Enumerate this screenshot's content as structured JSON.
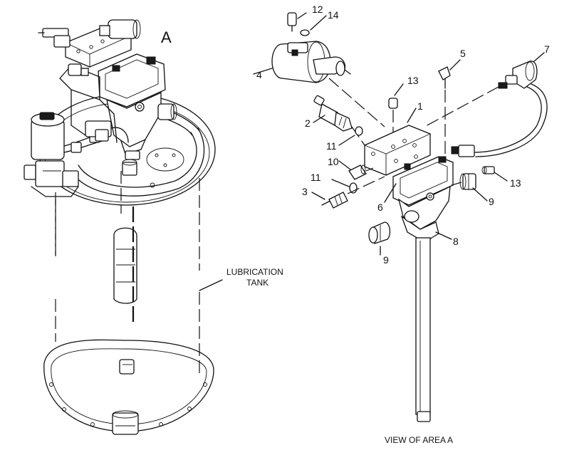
{
  "diagram": {
    "view_letter": "A",
    "tank_label_line1": "LUBRICATION",
    "tank_label_line2": "TANK",
    "view_caption": "VIEW OF AREA A",
    "callouts": [
      {
        "id": "c12",
        "text": "12"
      },
      {
        "id": "c14",
        "text": "14"
      },
      {
        "id": "c5",
        "text": "5"
      },
      {
        "id": "c7",
        "text": "7"
      },
      {
        "id": "c4",
        "text": "4"
      },
      {
        "id": "c13a",
        "text": "13"
      },
      {
        "id": "c1",
        "text": "1"
      },
      {
        "id": "c2",
        "text": "2"
      },
      {
        "id": "c11a",
        "text": "11"
      },
      {
        "id": "c10",
        "text": "10"
      },
      {
        "id": "c11b",
        "text": "11"
      },
      {
        "id": "c13b",
        "text": "13"
      },
      {
        "id": "c3",
        "text": "3"
      },
      {
        "id": "c9a",
        "text": "9"
      },
      {
        "id": "c6",
        "text": "6"
      },
      {
        "id": "c8",
        "text": "8"
      },
      {
        "id": "c9b",
        "text": "9"
      }
    ]
  }
}
